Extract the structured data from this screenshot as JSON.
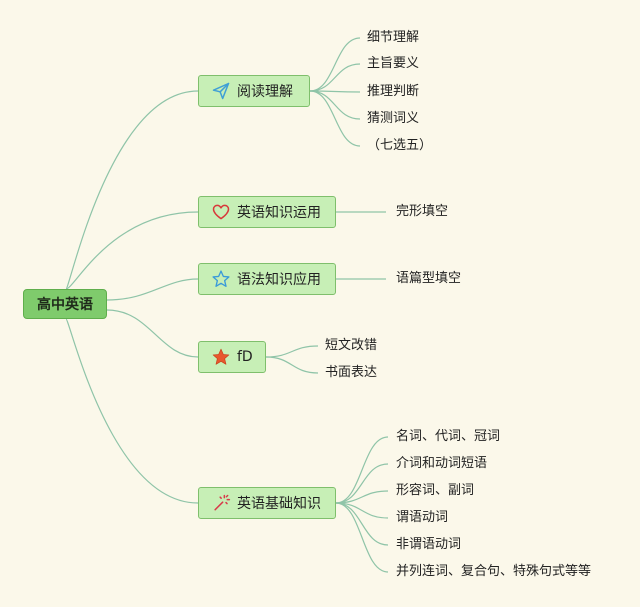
{
  "root": {
    "label": "高中英语"
  },
  "branches": [
    {
      "label": "阅读理解",
      "icon": "paper-plane-icon",
      "icon_color": "#3f9fd6",
      "leaves": [
        "细节理解",
        "主旨要义",
        "推理判断",
        "猜测词义",
        "（七选五）"
      ]
    },
    {
      "label": "英语知识运用",
      "icon": "heart-icon",
      "icon_color": "#d8383a",
      "leaves": [
        "完形填空"
      ]
    },
    {
      "label": "语法知识应用",
      "icon": "star-outline-icon",
      "icon_color": "#3a9ad9",
      "leaves": [
        "语篇型填空"
      ]
    },
    {
      "label": "fD",
      "icon": "star-filled-icon",
      "icon_color": "#e8572d",
      "leaves": [
        "短文改错",
        "书面表达"
      ]
    },
    {
      "label": "英语基础知识",
      "icon": "magic-wand-icon",
      "icon_color": "#d83a4a",
      "leaves": [
        "名词、代词、冠词",
        "介词和动词短语",
        "形容词、副词",
        "谓语动词",
        "非谓语动词",
        "并列连词、复合句、特殊句式等等"
      ]
    }
  ],
  "colors": {
    "background": "#fbf8ea",
    "root_fill": "#7fcb6c",
    "branch_fill": "#c7efb6",
    "connector": "#8fc4a8"
  }
}
